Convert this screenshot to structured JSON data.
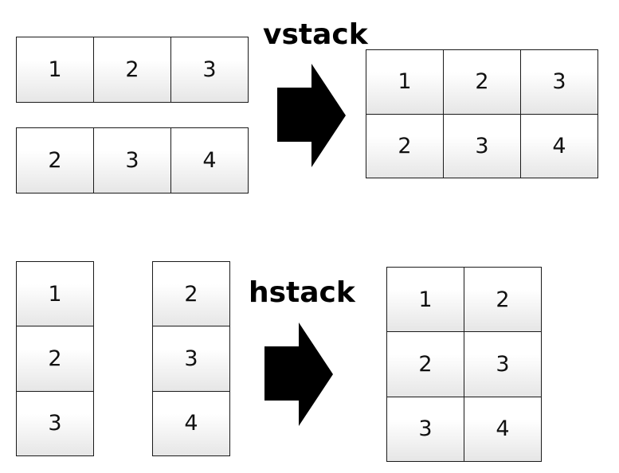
{
  "vstack": {
    "label": "vstack",
    "input_a": [
      "1",
      "2",
      "3"
    ],
    "input_b": [
      "2",
      "3",
      "4"
    ],
    "result": [
      "1",
      "2",
      "3",
      "2",
      "3",
      "4"
    ]
  },
  "hstack": {
    "label": "hstack",
    "input_a": [
      "1",
      "2",
      "3"
    ],
    "input_b": [
      "2",
      "3",
      "4"
    ],
    "result": [
      "1",
      "2",
      "2",
      "3",
      "3",
      "4"
    ]
  },
  "colors": {
    "border": "#1a1a1a",
    "arrow": "#000000",
    "cell_top": "#ffffff",
    "cell_bottom": "#e6e6e6"
  },
  "icons": {
    "arrow": "right-arrow-icon"
  }
}
